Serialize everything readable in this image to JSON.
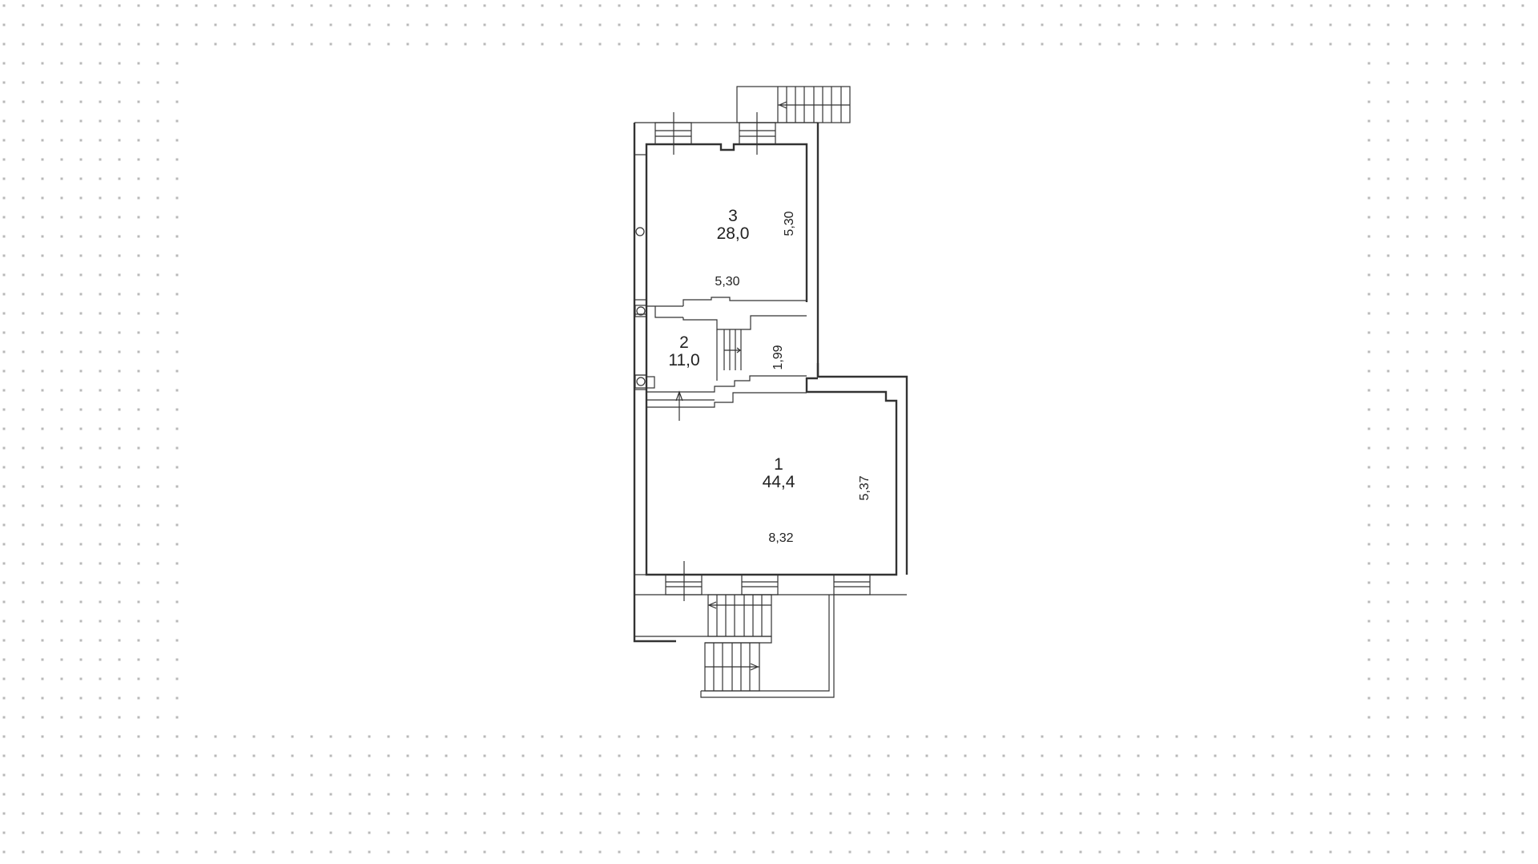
{
  "background": {
    "color": "#ffffff",
    "dot_color": "#b8b8b8",
    "dot_spacing": 24,
    "dot_origin": [
      5,
      7
    ]
  },
  "plan": {
    "line_color": "#333333",
    "rooms": [
      {
        "id": "room-1",
        "number": "1",
        "area": "44,4",
        "dims": {
          "width": "8,32",
          "height": "5,37"
        }
      },
      {
        "id": "room-2",
        "number": "2",
        "area": "11,0",
        "dims": {
          "height": "1,99"
        }
      },
      {
        "id": "room-3",
        "number": "3",
        "area": "28,0",
        "dims": {
          "width": "5,30",
          "height": "5,30"
        }
      }
    ]
  }
}
